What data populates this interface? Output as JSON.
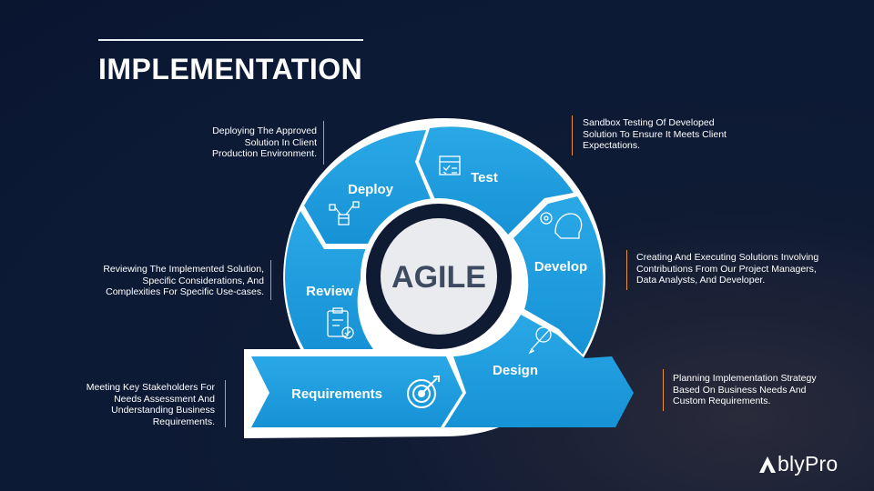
{
  "header": {
    "title": "IMPLEMENTATION"
  },
  "cycle": {
    "center_label": "AGILE",
    "stages": [
      {
        "label": "Test",
        "description": "Sandbox Testing Of Developed Solution To Ensure It Meets Client Expectations.",
        "icon": "test-document-icon"
      },
      {
        "label": "Develop",
        "description": "Creating And Executing Solutions Involving Contributions From Our Project Managers, Data Analysts, And Developer.",
        "icon": "gear-head-icon"
      },
      {
        "label": "Design",
        "description": "Planning Implementation Strategy Based On Business Needs And Custom Requirements.",
        "icon": "design-tools-icon"
      },
      {
        "label": "Requirements",
        "description": "Meeting Key Stakeholders For Needs Assessment And Understanding Business Requirements.",
        "icon": "target-icon"
      },
      {
        "label": "Review",
        "description": "Reviewing The Implemented Solution, Specific Considerations, And Complexities For Specific Use-cases.",
        "icon": "clipboard-check-icon"
      },
      {
        "label": "Deploy",
        "description": "Deploying The Approved Solution In Client Production Environment.",
        "icon": "deploy-boxes-icon"
      }
    ]
  },
  "brand": {
    "logo_text": "blyPro",
    "logo_mark": "A"
  },
  "colors": {
    "segment": "#1a9ee0",
    "segment_border": "#ffffff",
    "background": "#0c1a36",
    "accent_line": "#e8923a",
    "center_text": "#3d4a60"
  }
}
